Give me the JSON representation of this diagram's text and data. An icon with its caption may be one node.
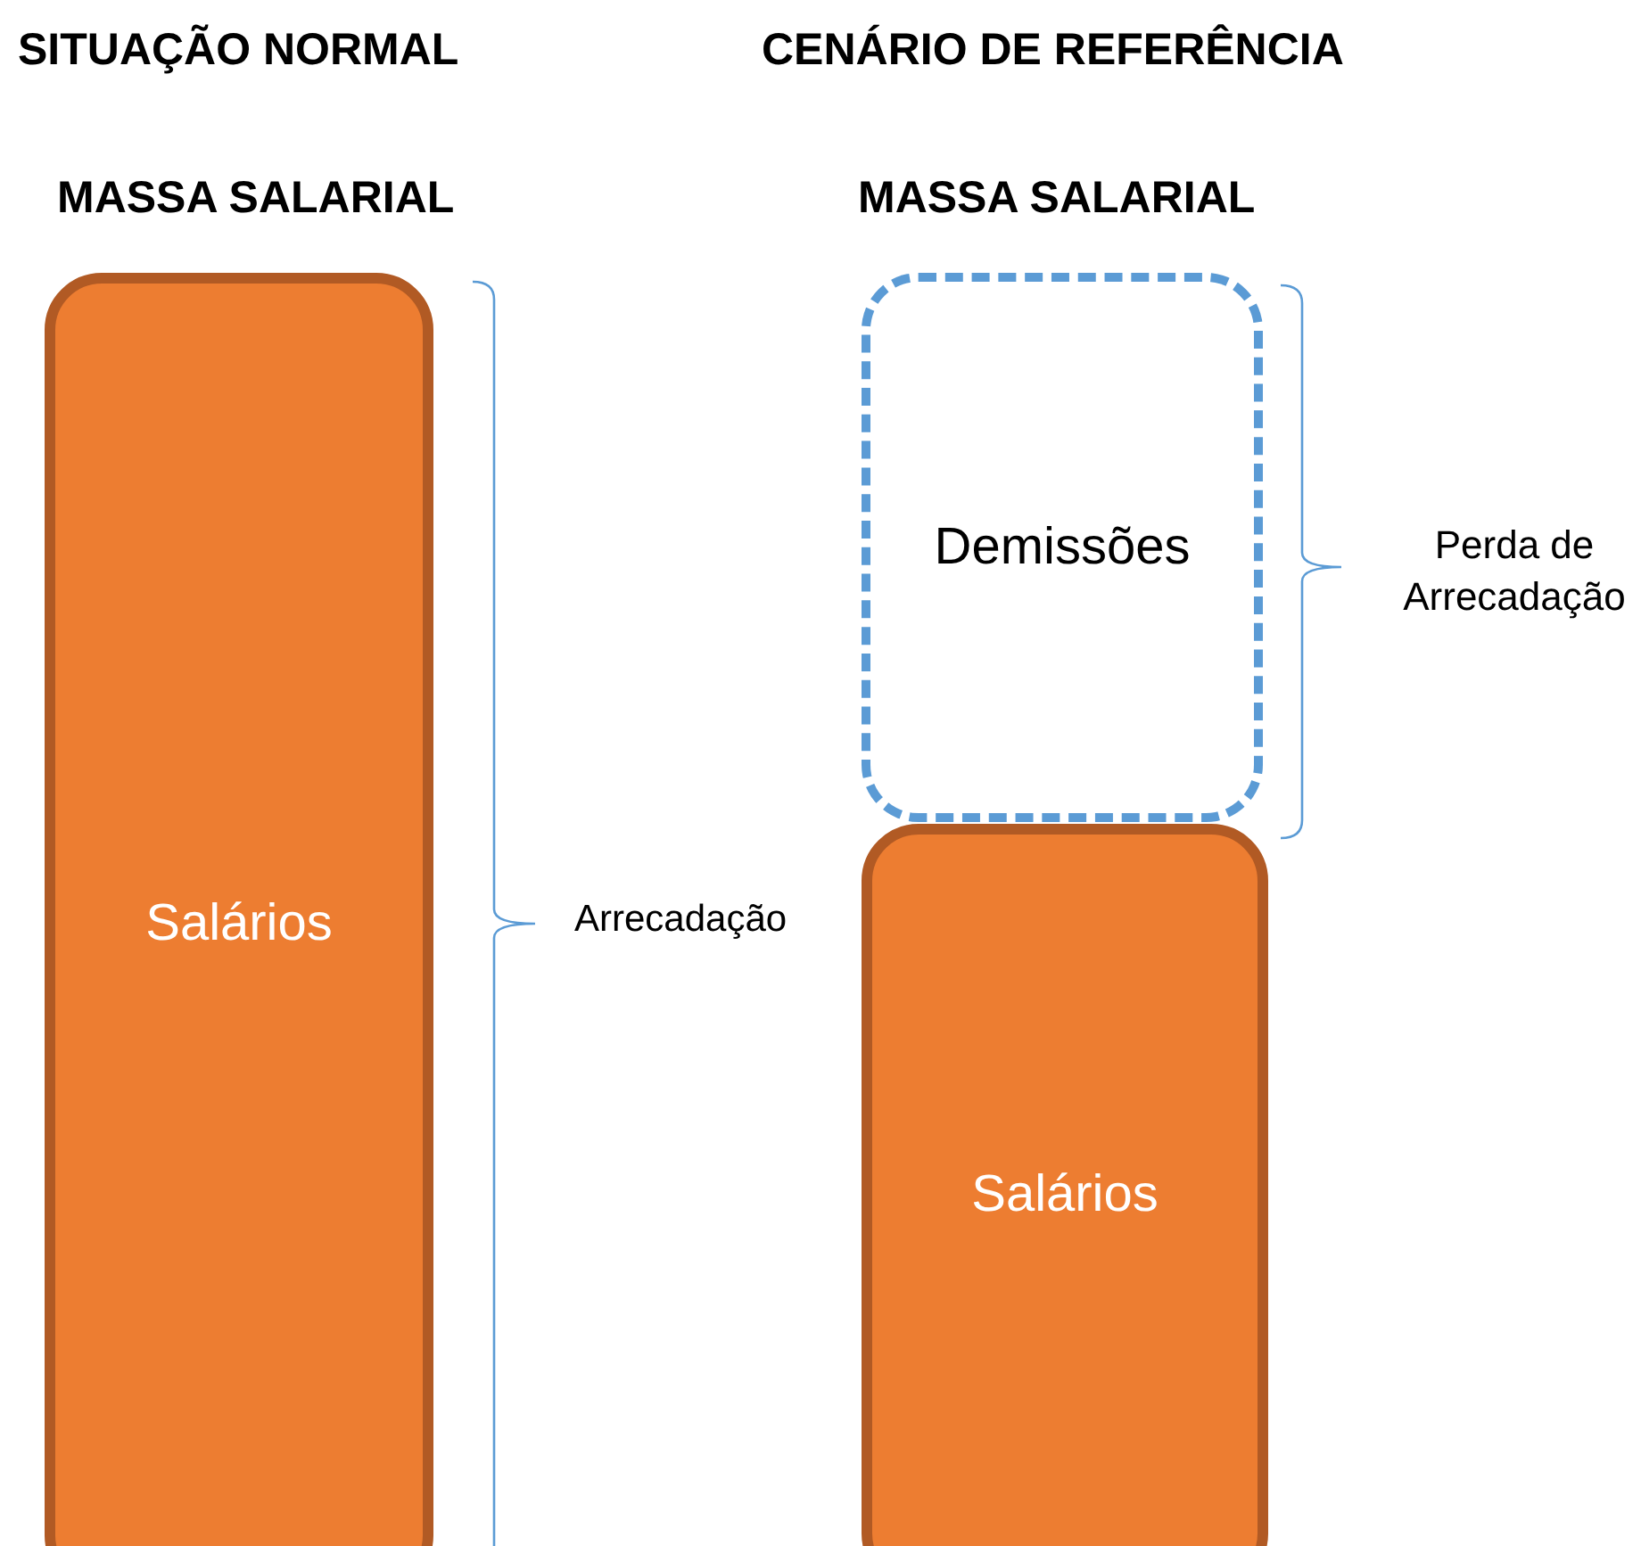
{
  "diagram": {
    "nodes": [
      {
        "text": [
          "Salários"
        ]
      },
      {
        "text": [
          "Demissões"
        ]
      },
      {
        "text": [
          "Salários"
        ]
      }
    ],
    "labels": [
      "SITUAÇÃO NORMAL",
      "CENÁRIO DE REFERÊNCIA",
      "MASSA SALARIAL",
      "MASSA SALARIAL",
      "Arrecadação",
      "Perda de Arrecadação"
    ]
  }
}
